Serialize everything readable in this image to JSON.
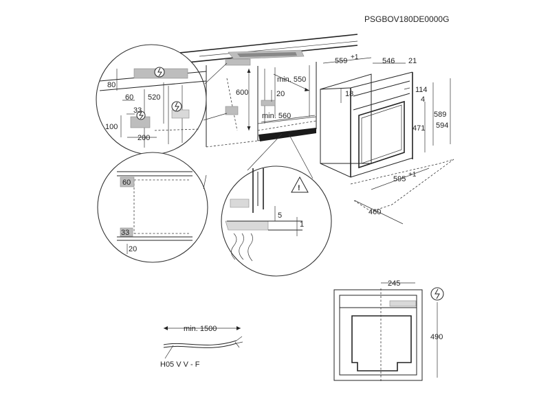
{
  "model_code": "PSGBOV180DE0000G",
  "cable_label": "H05 V V - F",
  "dimensions": {
    "oven_depth": "559",
    "oven_depth_tolerance": "+1",
    "front_depth": "546",
    "panel_thickness": "21",
    "top_offset": "114",
    "top_gap": "4",
    "height_589": "589",
    "height_594": "594",
    "height_471": "471",
    "inner_18": "18",
    "width_595": "595",
    "width_tolerance": "+1",
    "depth_460": "460",
    "niche_min_depth": "min. 550",
    "niche_height": "600",
    "niche_gap": "20",
    "niche_min_width": "min. 560",
    "detail_80": "80",
    "detail_60": "60",
    "detail_520": "520",
    "detail_33": "33",
    "detail_100": "100",
    "detail_200": "200",
    "corner_60": "60",
    "corner_33": "33",
    "corner_20": "20",
    "fix_5": "5",
    "fix_1": "1",
    "cable_min": "min. 1500",
    "back_width": "245",
    "back_height": "490"
  },
  "icons": [
    "electric-warning-icon",
    "caution-triangle-icon"
  ]
}
